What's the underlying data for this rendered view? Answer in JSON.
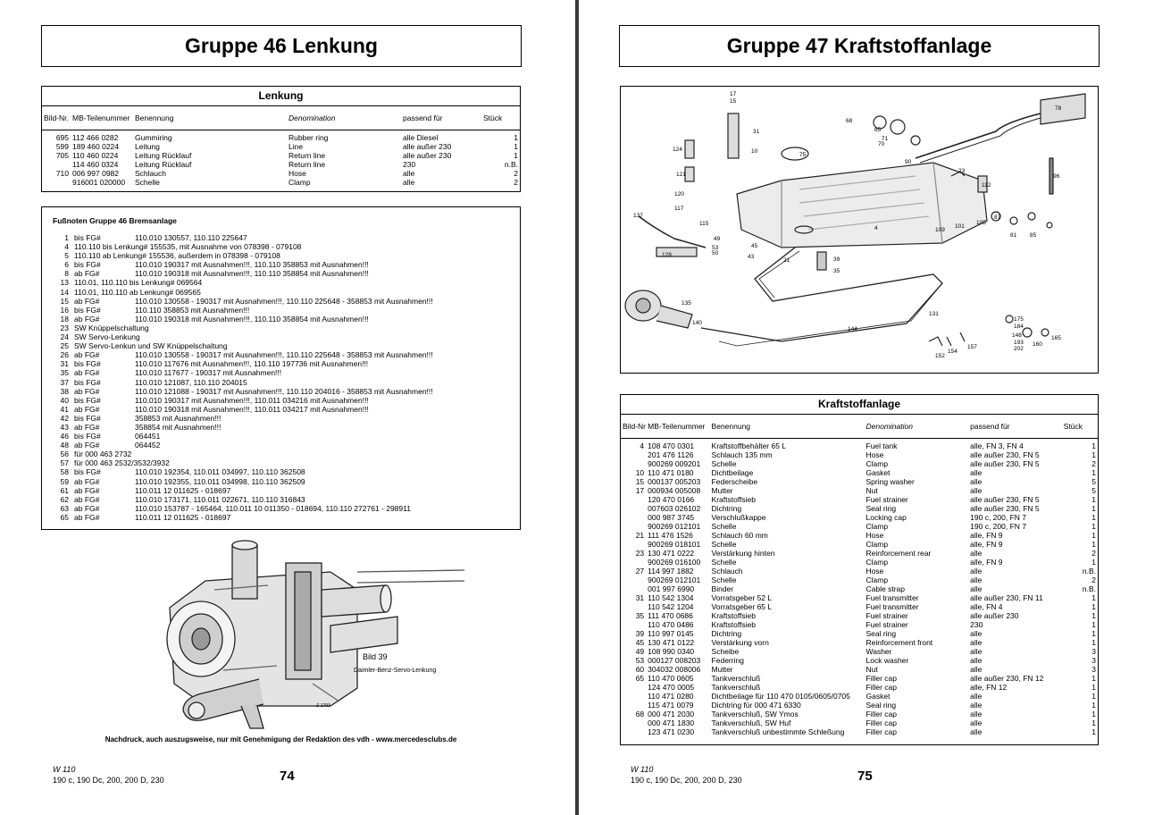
{
  "left": {
    "title": "Gruppe 46 Lenkung",
    "parts_box_title": "Lenkung",
    "headers": [
      "Bild-Nr.",
      "MB-Teilenummer",
      "Benennung",
      "Denomination",
      "passend für",
      "Stück"
    ],
    "rows": [
      [
        "695",
        "112 466 0282",
        "Gummiring",
        "Rubber ring",
        "alle Diesel",
        "1"
      ],
      [
        "599",
        "189 460 0224",
        "Leitung",
        "Line",
        "alle außer 230",
        "1"
      ],
      [
        "705",
        "110 460 0224",
        "Leitung Rücklauf",
        "Return line",
        "alle außer 230",
        "1"
      ],
      [
        "",
        "114 460 0324",
        "Leitung Rücklauf",
        "Return line",
        "230",
        "n.B."
      ],
      [
        "710",
        "006 997 0982",
        "Schlauch",
        "Hose",
        "alle",
        "2"
      ],
      [
        "",
        "916001 020000",
        "Schelle",
        "Clamp",
        "alle",
        "2"
      ]
    ],
    "footnotes_title": "Fußnoten Gruppe 46 Bremsanlage",
    "footnotes": [
      [
        "1",
        "bis FG#",
        "110.010 130557, 110.110 225647"
      ],
      [
        "4",
        "110.110 bis Lenkung#  155535, mit Ausnahme von 078398 - 079108",
        ""
      ],
      [
        "5",
        "110.110 ab Lenkung#  155536, außerdem in 078398 - 079108",
        ""
      ],
      [
        "6",
        "bis FG#",
        "110.010 190317 mit Ausnahmen!!!, 110.110 358853 mit Ausnahmen!!!"
      ],
      [
        "8",
        "ab FG#",
        "110.010 190318 mit Ausnahmen!!!, 110.110 358854 mit Ausnahmen!!!"
      ],
      [
        "13",
        "110.01, 110.110 bis Lenkung#  069564",
        ""
      ],
      [
        "14",
        "110.01, 110.110 ab Lenkung#  069565",
        ""
      ],
      [
        "15",
        "ab FG#",
        "110.010 130558 - 190317 mit Ausnahmen!!!, 110.110 225648 - 358853 mit Ausnahmen!!!"
      ],
      [
        "16",
        "bis FG#",
        "110.110 358853 mit Ausnahmen!!!"
      ],
      [
        "18",
        "ab FG#",
        "110.010 190318 mit Ausnahmen!!!, 110.110 358854 mit Ausnahmen!!!"
      ],
      [
        "23",
        "SW Knüppelschaltung",
        ""
      ],
      [
        "24",
        "SW Servo-Lenkung",
        ""
      ],
      [
        "25",
        "SW Servo-Lenkun  und SW Knüppelschaltung",
        ""
      ],
      [
        "26",
        "ab FG#",
        "110.010 130558 - 190317 mit Ausnahmen!!!, 110.110 225648 - 358853 mit Ausnahmen!!!"
      ],
      [
        "31",
        "bis FG#",
        "110.010 117676 mit Ausnahmen!!!, 110.110 197736 mit Ausnahmen!!!"
      ],
      [
        "35",
        "ab FG#",
        "110.010 117677 - 190317 mit Ausnahmen!!!"
      ],
      [
        "37",
        "bis FG#",
        "110.010 121087, 110.110 204015"
      ],
      [
        "38",
        "ab FG#",
        "110.010 121088 - 190317 mit Ausnahmen!!!, 110.110 204016 - 358853 mit Ausnahmen!!!"
      ],
      [
        "40",
        "bis FG#",
        "110.010 190317 mit Ausnahmen!!!, 110.011 034216 mit Ausnahmen!!!"
      ],
      [
        "41",
        "ab FG#",
        "110.010 190318 mit Ausnahmen!!!, 110.011 034217 mit Ausnahmen!!!"
      ],
      [
        "42",
        "bis FG#",
        "358853 mit Ausnahmen!!!"
      ],
      [
        "43",
        "ab FG#",
        "358854 mit Ausnahmen!!!"
      ],
      [
        "46",
        "bis FG#",
        "064451"
      ],
      [
        "48",
        "ab FG#",
        "064452"
      ],
      [
        "56",
        "für 000 463 2732",
        ""
      ],
      [
        "57",
        "für 000 463 2532/3532/3932",
        ""
      ],
      [
        "58",
        "bis FG#",
        "110.010 192354, 110.011 034997, 110.110 362508"
      ],
      [
        "59",
        "ab FG#",
        "110.010 192355, 110.011 034998, 110.110 362509"
      ],
      [
        "61",
        "ab FG#",
        "110.011 12 011625 - 018697"
      ],
      [
        "62",
        "ab FG#",
        "110.010 173171, 110.011 022671, 110.110 316843"
      ],
      [
        "63",
        "ab FG#",
        "110.010 153787 - 165464, 110.011 10 011350 - 018694, 110.110 272761 - 298911"
      ],
      [
        "65",
        "ab FG#",
        "110.011 12 011625 - 018697"
      ]
    ],
    "image_caption_line1": "Bild 39",
    "image_caption_line2": "Daimler-Benz-Servo-Lenkung",
    "image_ref": "Z-1793",
    "reprint_notice": "Nachdruck, auch auszugsweise, nur mit Genehmigung der Redaktion des vdh - www.mercedesclubs.de",
    "footer_model": "W 110",
    "footer_engines": "190 c, 190 Dc, 200, 200 D, 230",
    "page_number": "74"
  },
  "right": {
    "title": "Gruppe 47 Kraftstoffanlage",
    "diagram_labels": [
      "17",
      "15",
      "31",
      "10",
      "124",
      "121",
      "120",
      "117",
      "137",
      "115",
      "128",
      "68",
      "65",
      "71",
      "70",
      "75",
      "90",
      "78",
      "23",
      "112",
      "96",
      "4",
      "109",
      "101",
      "105",
      "87",
      "81",
      "85",
      "49",
      "53",
      "50",
      "45",
      "43",
      "21",
      "39",
      "35",
      "131",
      "135",
      "140",
      "144",
      "175",
      "184",
      "148",
      "193",
      "202",
      "160",
      "165",
      "152",
      "154",
      "157"
    ],
    "parts_box_title": "Kraftstoffanlage",
    "headers": [
      "Bild-Nr.",
      "MB-Teilenummer",
      "Benennung",
      "Denomination",
      "passend für",
      "Stück"
    ],
    "rows": [
      [
        "4",
        "108 470 0301",
        "Kraftstoffbehälter 65 L",
        "Fuel tank",
        "alle, FN 3, FN 4",
        "1"
      ],
      [
        "",
        "201 476 1126",
        "Schlauch 135 mm",
        "Hose",
        "alle außer 230, FN 5",
        "1"
      ],
      [
        "",
        "900269 009201",
        "Schelle",
        "Clamp",
        "alle außer 230, FN 5",
        "2"
      ],
      [
        "10",
        "110 471 0180",
        "Dichtbeilage",
        "Gasket",
        "alle",
        "1"
      ],
      [
        "15",
        "000137 005203",
        "Federscheibe",
        "Spring washer",
        "alle",
        "5"
      ],
      [
        "17",
        "000934 005008",
        "Mutter",
        "Nut",
        "alle",
        "5"
      ],
      [
        "",
        "120 470 0166",
        "Kraftstoffsieb",
        "Fuel strainer",
        "alle außer 230, FN 5",
        "1"
      ],
      [
        "",
        "007603 026102",
        "Dichtring",
        "Seal ring",
        "alle außer 230, FN 5",
        "1"
      ],
      [
        "",
        "000 987 3745",
        "Verschlußkappe",
        "Locking cap",
        "190 c, 200, FN 7",
        "1"
      ],
      [
        "",
        "900269 012101",
        "Schelle",
        "Clamp",
        "190 c, 200, FN 7",
        "1"
      ],
      [
        "21",
        "111 476 1526",
        "Schlauch 60 mm",
        "Hose",
        "alle, FN 9",
        "1"
      ],
      [
        "",
        "900269 018101",
        "Schelle",
        "Clamp",
        "alle, FN 9",
        "1"
      ],
      [
        "23",
        "130 471 0222",
        "Verstärkung hinten",
        "Reinforcement rear",
        "alle",
        "2"
      ],
      [
        "",
        "900269 016100",
        "Schelle",
        "Clamp",
        "alle, FN 9",
        "1"
      ],
      [
        "27",
        "114 997 1882",
        "Schlauch",
        "Hose",
        "alle",
        "n.B."
      ],
      [
        "",
        "900269 012101",
        "Schelle",
        "Clamp",
        "alle",
        "2"
      ],
      [
        "",
        "001 997 6990",
        "Binder",
        "Cable strap",
        "alle",
        "n.B."
      ],
      [
        "31",
        "110 542 1304",
        "Vorratsgeber 52 L",
        "Fuel transmitter",
        "alle außer 230, FN 11",
        "1"
      ],
      [
        "",
        "110 542 1204",
        "Vorratsgeber 65 L",
        "Fuel transmitter",
        "alle, FN 4",
        "1"
      ],
      [
        "35",
        "111 470 0686",
        "Kraftstoffsieb",
        "Fuel strainer",
        "alle außer 230",
        "1"
      ],
      [
        "",
        "110 470 0486",
        "Kraftstoffsieb",
        "Fuel strainer",
        "230",
        "1"
      ],
      [
        "39",
        "110 997 0145",
        "Dichtring",
        "Seal ring",
        "alle",
        "1"
      ],
      [
        "45",
        "130 471 0122",
        "Verstärkung vorn",
        "Reinforcement front",
        "alle",
        "1"
      ],
      [
        "49",
        "108 990 0340",
        "Scheibe",
        "Washer",
        "alle",
        "3"
      ],
      [
        "53",
        "000127 008203",
        "Federring",
        "Lock washer",
        "alle",
        "3"
      ],
      [
        "60",
        "304032 008006",
        "Mutter",
        "Nut",
        "alle",
        "3"
      ],
      [
        "65",
        "110 470 0605",
        "Tankverschluß",
        "Filler cap",
        "alle außer 230, FN 12",
        "1"
      ],
      [
        "",
        "124 470 0005",
        "Tankverschluß",
        "Filler cap",
        "alle, FN 12",
        "1"
      ],
      [
        "",
        "110 471 0280",
        "Dichtbeilage für 110 470 0105/0605/0705",
        "Gasket",
        "alle",
        "1"
      ],
      [
        "",
        "115 471 0079",
        "Dichtring für 000 471 6330",
        "Seal ring",
        "alle",
        "1"
      ],
      [
        "68",
        "000 471 2030",
        "Tankverschluß, SW Ymos",
        "Filler cap",
        "alle",
        "1"
      ],
      [
        "",
        "000 471 1830",
        "Tankverschluß, SW Huf",
        "Filler cap",
        "alle",
        "1"
      ],
      [
        "",
        "123 471 0230",
        "Tankverschluß unbestimmte Schleßung",
        "Filler cap",
        "alle",
        "1"
      ]
    ],
    "footer_model": "W 110",
    "footer_engines": "190 c, 190 Dc, 200, 200 D, 230",
    "page_number": "75"
  }
}
